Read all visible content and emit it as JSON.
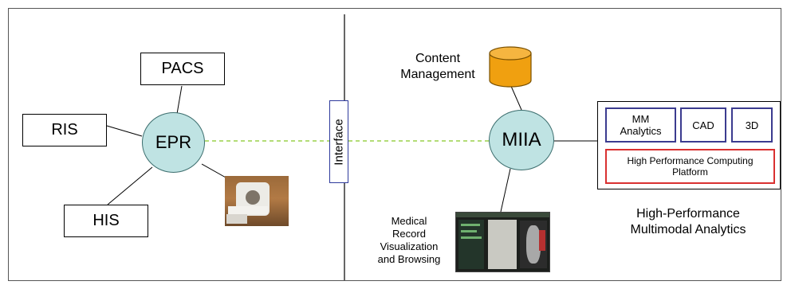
{
  "left_nodes": {
    "pacs": "PACS",
    "ris": "RIS",
    "his": "HIS",
    "epr": "EPR"
  },
  "interface_label": "Interface",
  "right_nodes": {
    "miia": "MIIA",
    "content_management": [
      "Content",
      "Management"
    ],
    "visualization": [
      "Medical",
      "Record",
      "Visualization",
      "and Browsing"
    ],
    "analytics_caption": [
      "High-Performance",
      "Multimodal Analytics"
    ]
  },
  "analytics_panel": {
    "mm_analytics": [
      "MM",
      "Analytics"
    ],
    "cad": "CAD",
    "three_d": "3D",
    "hpc": [
      "High Performance Computing",
      "Platform"
    ]
  },
  "colors": {
    "circle_fill": "#bfe3e3",
    "cylinder_fill": "#f0a010",
    "interface_border": "#2e3a9c",
    "analytics_border": "#3b3b8f",
    "hpc_border": "#d93030",
    "dashed_link": "#9ad04a"
  }
}
